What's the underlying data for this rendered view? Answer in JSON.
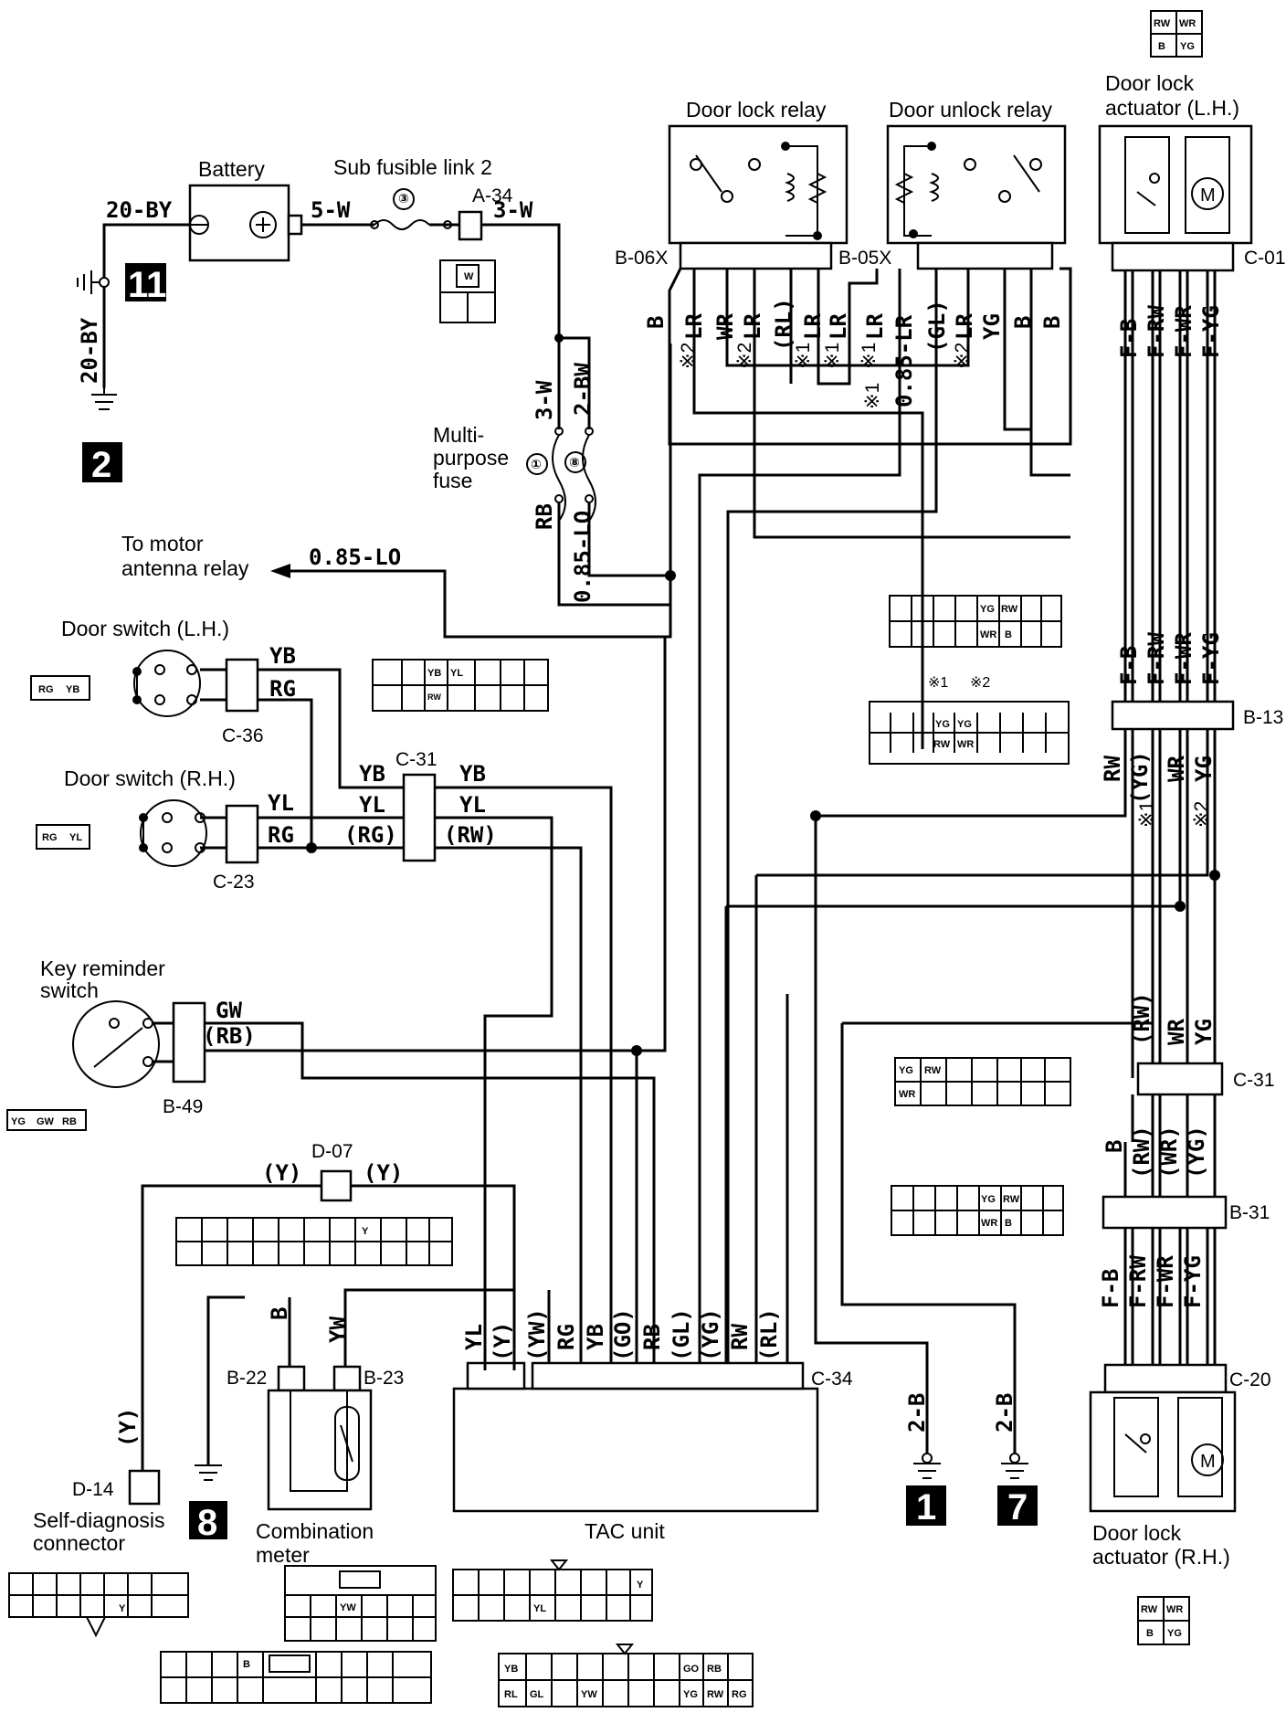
{
  "components": {
    "battery": "Battery",
    "sub_fusible_link": "Sub fusible link 2",
    "fusible_num": "③",
    "door_lock_relay": "Door lock relay",
    "door_unlock_relay": "Door unlock relay",
    "actuator_lh_1": "Door lock",
    "actuator_lh_2": "actuator (L.H.)",
    "actuator_rh_1": "Door lock",
    "actuator_rh_2": "actuator (R.H.)",
    "mp_fuse_1": "Multi-",
    "mp_fuse_2": "purpose",
    "mp_fuse_3": "fuse",
    "mp_fuse_num_1": "①",
    "mp_fuse_num_8": "⑧",
    "antenna_1": "To motor",
    "antenna_2": "antenna relay",
    "door_switch_lh": "Door switch (L.H.)",
    "door_switch_rh": "Door switch (R.H.)",
    "key_reminder_1": "Key reminder",
    "key_reminder_2": "switch",
    "self_diag_1": "Self-diagnosis",
    "self_diag_2": "connector",
    "combo_meter_1": "Combination",
    "combo_meter_2": "meter",
    "tac_unit": "TAC unit"
  },
  "connectors": {
    "a34": "A-34",
    "b06x": "B-06X",
    "b05x": "B-05X",
    "c01": "C-01",
    "b13": "B-13",
    "c36": "C-36",
    "c31_left": "C-31",
    "c23": "C-23",
    "b49": "B-49",
    "d07": "D-07",
    "b22": "B-22",
    "b23": "B-23",
    "c34": "C-34",
    "d14": "D-14",
    "c31_right": "C-31",
    "b31": "B-31",
    "c20": "C-20"
  },
  "grounds": [
    "11",
    "2",
    "8",
    "1",
    "7"
  ],
  "marks": {
    "star1": "※1",
    "star2": "※2"
  },
  "wires": {
    "bat_gnd": "20-BY",
    "gnd_vert": "20-BY",
    "bat_fuse": "5-W",
    "fuse_out": "3-W",
    "mpf_in_1": "3-W",
    "mpf_in_2": "2-BW",
    "mpf_rb": "RB",
    "mpf_lo": "0.85-LO",
    "antenna": "0.85-LO",
    "relay_b1": "B",
    "relay_lr1": "LR",
    "relay_wr": "WR",
    "relay_lr2": "LR",
    "relay_rl": "(RL)",
    "relay_lr3": "LR",
    "relay_lr4": "LR",
    "relay_lr5": "LR",
    "relay_085lr": "0.85-LR",
    "relay_gl": "(GL)",
    "relay_lr6": "LR",
    "relay_yg": "YG",
    "relay_b2": "B",
    "relay_b3": "B",
    "act_fb": "F-B",
    "act_frw": "F-RW",
    "act_fwr": "F-WR",
    "act_fyg": "F-YG",
    "b13_rw": "RW",
    "b13_yg": "(YG)",
    "b13_wr": "WR",
    "b13_yg2": "YG",
    "c31r_rw": "(RW)",
    "c31r_wr": "WR",
    "c31r_yg": "YG",
    "b31_b": "B",
    "b31_rw": "(RW)",
    "b31_wr": "(WR)",
    "b31_yg": "(YG)",
    "c20_fb": "F-B",
    "c20_frw": "F-RW",
    "c20_fwr": "F-WR",
    "c20_fyg": "F-YG",
    "dsl_yb": "YB",
    "dsl_rg": "RG",
    "dsr_yl": "YL",
    "dsr_rg": "RG",
    "c31_yb_l": "YB",
    "c31_yl_l": "YL",
    "c31_rg_l": "(RG)",
    "c31_yb_r": "YB",
    "c31_yl_r": "YL",
    "c31_rw_r": "(RW)",
    "key_gw": "GW",
    "key_rb": "(RB)",
    "d07_y_l": "(Y)",
    "d07_y_r": "(Y)",
    "d14_y": "(Y)",
    "meter_b": "B",
    "meter_yw": "YW",
    "tac_1": "YL",
    "tac_2": "(Y)",
    "tac_3": "(YW)",
    "tac_4": "RG",
    "tac_5": "YB",
    "tac_6": "(GO)",
    "tac_7": "RB",
    "tac_8": "(GL)",
    "tac_9": "(YG)",
    "tac_10": "RW",
    "tac_11": "(RL)",
    "gnd1": "2-B",
    "gnd7": "2-B"
  },
  "cells": {
    "RW": "RW",
    "WR": "WR",
    "B": "B",
    "YG": "YG",
    "RG": "RG",
    "YB": "YB",
    "YL": "YL",
    "GW": "GW",
    "RB": "RB",
    "Y": "Y",
    "YW": "YW",
    "GO": "GO",
    "RL": "RL",
    "GL": "GL",
    "W": "W"
  }
}
